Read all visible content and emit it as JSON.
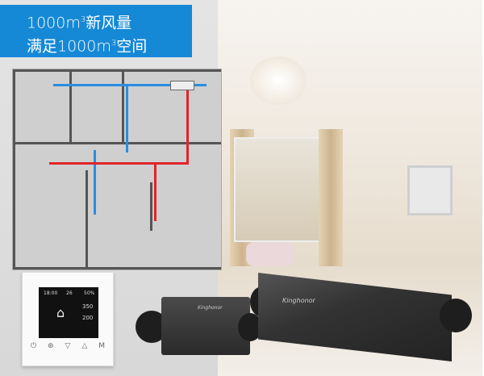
{
  "banner": {
    "line1_prefix": "1000m",
    "line1_sup": "3",
    "line1_suffix": "新风量",
    "line2_prefix": "满足1000m",
    "line2_sup": "3",
    "line2_suffix": "空间",
    "color": "#1589d6"
  },
  "controller": {
    "time": "18:00",
    "temperature": "26",
    "humidity": "50%",
    "supply_value": "350",
    "exhaust_value": "200",
    "buttons": [
      "⏻",
      "⊛",
      "▽",
      "△",
      "M"
    ]
  },
  "products": {
    "brand": "Kinghonor"
  },
  "pipe_colors": {
    "supply": "#2a8de0",
    "exhaust": "#e0242a"
  }
}
